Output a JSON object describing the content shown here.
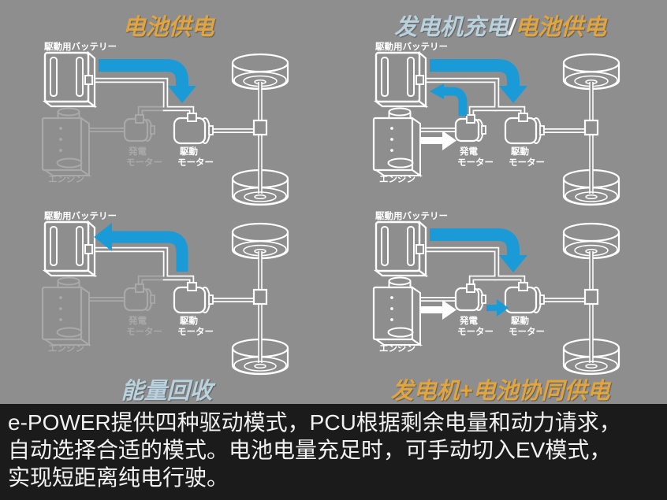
{
  "colors": {
    "background": "#8e8e8e",
    "white": "#ffffff",
    "faded": "#a9a9a9",
    "arrow_blue": "#1a9ad6",
    "orange": "#e2a43d",
    "light_blue": "#b9d2de",
    "caption_bg": "#1b1b1c"
  },
  "component_labels": {
    "battery": "駆動用バッテリー",
    "generator_line1": "発電",
    "generator_line2": "モーター",
    "drive_line1": "駆動",
    "drive_line2": "モーター",
    "engine": "エンジン"
  },
  "quadrants": [
    {
      "name": "battery-powered",
      "title_parts": [
        {
          "text": "电池供电",
          "color": "orange"
        }
      ],
      "engine_active": false,
      "arrows": {
        "battery_to_drive": true,
        "drive_to_battery": false,
        "generator_to_battery": false,
        "engine_to_generator": false,
        "generator_to_drive": false
      }
    },
    {
      "name": "generator-charging-and-battery-powered",
      "title_parts": [
        {
          "text": "发电机充电",
          "color": "light_blue"
        },
        {
          "text": "/",
          "color": "white"
        },
        {
          "text": "电池供电",
          "color": "orange"
        }
      ],
      "engine_active": true,
      "arrows": {
        "battery_to_drive": true,
        "drive_to_battery": false,
        "generator_to_battery": true,
        "engine_to_generator": true,
        "generator_to_drive": false
      }
    },
    {
      "name": "energy-recovery",
      "title_parts": [
        {
          "text": "能量回收",
          "color": "light_blue"
        }
      ],
      "engine_active": false,
      "arrows": {
        "battery_to_drive": false,
        "drive_to_battery": true,
        "generator_to_battery": false,
        "engine_to_generator": false,
        "generator_to_drive": false
      }
    },
    {
      "name": "generator-plus-battery-combined",
      "title_parts": [
        {
          "text": "发电机+电池协同供电",
          "color": "orange"
        }
      ],
      "engine_active": true,
      "arrows": {
        "battery_to_drive": true,
        "drive_to_battery": false,
        "generator_to_battery": false,
        "engine_to_generator": true,
        "generator_to_drive": true
      }
    }
  ],
  "caption": {
    "lines": [
      "e-POWER提供四种驱动模式，PCU根据剩余电量和动力请求，",
      "自动选择合适的模式。电池电量充足时，可手动切入EV模式，",
      "实现短距离纯电行驶。"
    ]
  }
}
